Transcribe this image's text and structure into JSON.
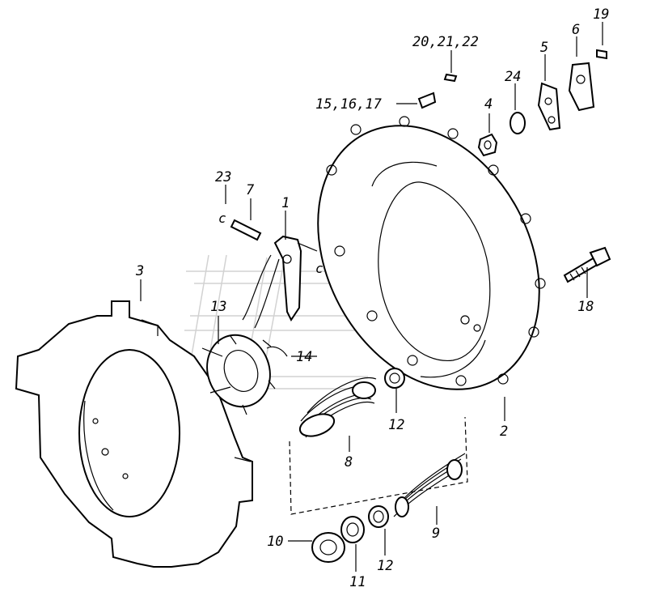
{
  "diagram": {
    "labels": {
      "l1": "1",
      "l2": "2",
      "l3": "3",
      "l4": "4",
      "l5": "5",
      "l6": "6",
      "l7": "7",
      "l8": "8",
      "l9": "9",
      "l10": "10",
      "l11": "11",
      "l12a": "12",
      "l12b": "12",
      "l13": "13",
      "l14": "14",
      "l15": "15,16,17",
      "l18": "18",
      "l19": "19",
      "l20": "20,21,22",
      "l23": "23",
      "l24": "24"
    }
  }
}
